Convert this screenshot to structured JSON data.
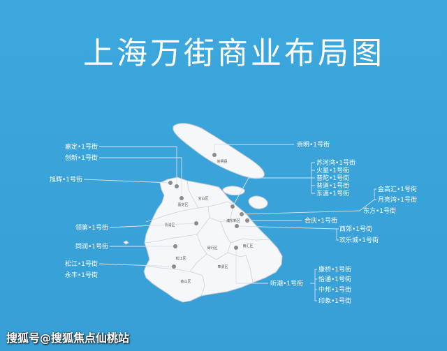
{
  "title": "上海万街商业布局图",
  "watermark": "搜狐号@搜狐焦点仙桃站",
  "colors": {
    "background_top": "#3ca8de",
    "background_bottom": "#379fd5",
    "map_fill": "#f5f7f9",
    "map_border": "#bfc8d0",
    "district_line": "#cdd4da",
    "marker_dot": "#8b8b8b",
    "leader_line": "#d9e2ea",
    "label_text": "#ffffff",
    "district_label": "#4d4d4d"
  },
  "map": {
    "districts": [
      "崇明县",
      "嘉定区",
      "宝山区",
      "青浦区",
      "浦东新区",
      "闵行区",
      "松江区",
      "南汇区",
      "奉贤区",
      "金山区"
    ]
  },
  "locations": {
    "left": [
      "嘉定•1号街",
      "创新•1号街",
      "旭辉•1号街",
      "领第•1号街",
      "同润•1号街",
      "松江•1号街",
      "永丰•1号街"
    ],
    "right": [
      "崇明•1号街",
      "苏河湾•1号街",
      "火星•1号街",
      "普陀•1号街",
      "普道•1号街",
      "东渡•1号街",
      "金高汇•1号街",
      "月亮湾•1号街",
      "东方•1号街",
      "合庆•1号街",
      "西郊•1号街",
      "欢乐城•1号街",
      "听潮•1号街",
      "康桥•1号街",
      "怡通•1号街",
      "中邦•1号街",
      "印象•1号街"
    ]
  }
}
